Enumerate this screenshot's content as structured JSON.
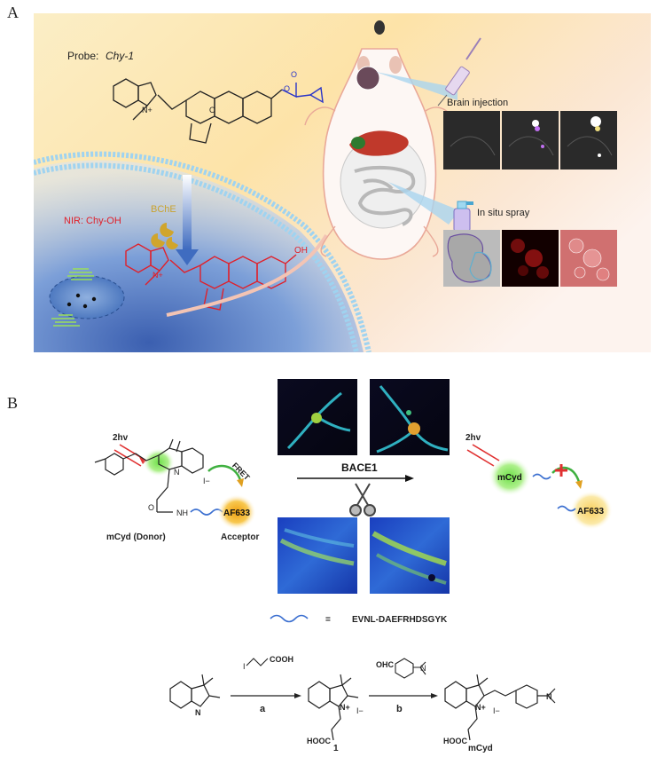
{
  "panelA": {
    "letter": "A",
    "probe_label": "Probe:",
    "probe_name": "Chy-1",
    "enzyme": "BChE",
    "product_label": "NIR: Chy-OH",
    "brain_injection": "Brain injection",
    "in_situ_spray": "In situ spray",
    "nitrogen_plus": "N+",
    "oh_label": "OH",
    "oxygen_label": "O"
  },
  "panelB": {
    "letter": "B",
    "two_hv_left": "2hv",
    "two_hv_right": "2hv",
    "fret": "FRET",
    "af633_left": "AF633",
    "af633_right": "AF633",
    "nh": "NH",
    "iodide": "I−",
    "donor_label": "mCyd (Donor)",
    "acceptor_label": "Acceptor",
    "enzyme": "BACE1",
    "mcyd_bubble": "mCyd",
    "peptide_equals": "=",
    "peptide_sequence": "EVNL-DAEFRHDSGYK"
  },
  "synthesis": {
    "reagent_a_top": "COOH",
    "step_a": "a",
    "reagent_b_top": "OHC",
    "step_b": "b",
    "intermediate_label": "1",
    "product_label": "mCyd",
    "hooc_1": "HOOC",
    "hooc_2": "HOOC",
    "n_label": "N",
    "nplus_label": "N+",
    "iodide_1": "I−",
    "iodide_2": "I−"
  },
  "colors": {
    "probe_blue": "#2a35c8",
    "product_red": "#e0202a",
    "enzyme_gold": "#c9a330",
    "af633_gold": "#f0b020",
    "mcyd_green": "#7fdc5a",
    "membrane": "#8ec8e8",
    "arrow_blue": "#4a7fd0"
  }
}
